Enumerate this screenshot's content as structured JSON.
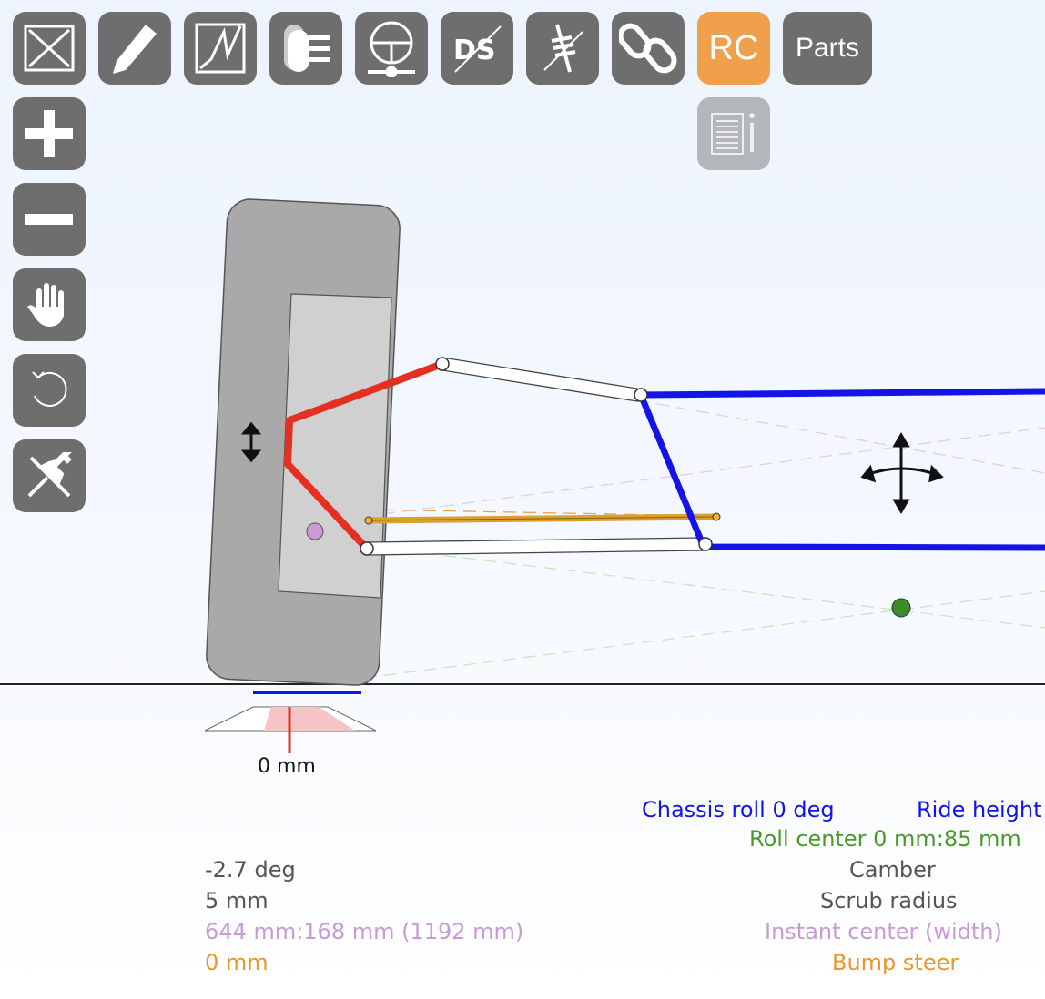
{
  "toolbar": {
    "buttons": [
      {
        "name": "fit-view",
        "icon": "fit-view-icon"
      },
      {
        "name": "edit",
        "icon": "pencil-icon"
      },
      {
        "name": "graph",
        "icon": "graph-icon"
      },
      {
        "name": "lights",
        "icon": "lights-icon"
      },
      {
        "name": "steering",
        "icon": "steering-wheel-icon"
      },
      {
        "name": "ds",
        "icon": "ds-crossed-icon"
      },
      {
        "name": "spring",
        "icon": "spring-crossed-icon"
      },
      {
        "name": "link",
        "icon": "chain-link-icon"
      }
    ],
    "rc_label": "RC",
    "parts_label": "Parts",
    "notes_icon": "notes-icon",
    "active_color": "#f0a04b"
  },
  "side_tools": [
    "zoom-in",
    "zoom-out",
    "pan",
    "rotate",
    "pin"
  ],
  "diagram": {
    "scrub_label": "0 mm"
  },
  "readouts": {
    "chassis_roll": "Chassis roll  0 deg",
    "ride_height": "Ride height",
    "roll_center": "Roll center  0 mm:85 mm",
    "camber_value": "-2.7  deg",
    "camber_label": "Camber",
    "scrub_value": "5  mm",
    "scrub_label": "Scrub radius",
    "ic_value": "644 mm:168 mm (1192 mm)",
    "ic_label": "Instant center (width)",
    "bump_value": "0 mm",
    "bump_label": "Bump steer"
  },
  "colors": {
    "blue": "#1414e6",
    "green": "#4a9a2a",
    "grey": "#555555",
    "purple": "#c89ad6",
    "orange": "#e9962a"
  }
}
